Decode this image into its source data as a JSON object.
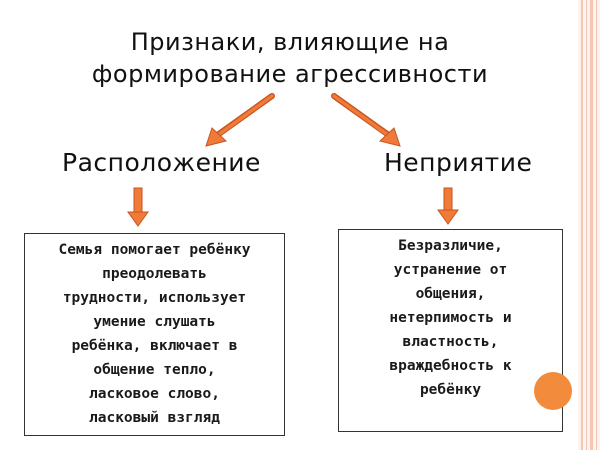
{
  "title": {
    "line1": "Признаки, влияющие на",
    "line2": "формирование агрессивности"
  },
  "branches": [
    {
      "label": "Расположение",
      "lines": [
        "Семья помогает ребёнку",
        "преодолевать",
        "трудности, использует",
        "умение слушать",
        "ребёнка, включает в",
        "общение тепло,",
        "ласковое слово,",
        "ласковый взгляд"
      ]
    },
    {
      "label": "Неприятие",
      "lines": [
        "Безразличие,",
        "устранение от",
        "общения,",
        "нетерпимость и",
        "властность,",
        "враждебность к",
        "ребёнку"
      ]
    }
  ],
  "colors": {
    "arrow_fill": "#f07a3a",
    "arrow_stroke": "#c9541c",
    "accent_circle": "#f28c3c",
    "stripe": "#f4c6b4"
  }
}
